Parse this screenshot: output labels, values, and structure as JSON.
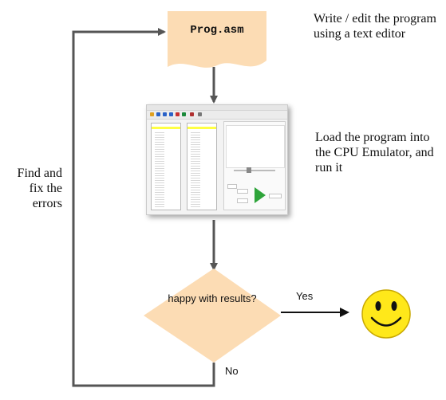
{
  "program_box": {
    "label": "Prog.asm",
    "fill": "#fcdcb4"
  },
  "notes": {
    "edit": "Write / edit the program using a text editor",
    "load": "Load the program into the CPU Emulator, and run it",
    "fix": "Find and fix the errors"
  },
  "decision": {
    "text": "happy with results?",
    "fill": "#fcdcb4",
    "yes": "Yes",
    "no": "No"
  },
  "colors": {
    "arrow": "#555555",
    "yes_arrow": "#111111",
    "smiley_fill": "#ffe81a",
    "smiley_outline": "#c8a800"
  },
  "icons": {
    "smiley": "smiley-face-icon",
    "emulator": "cpu-emulator-screenshot"
  }
}
